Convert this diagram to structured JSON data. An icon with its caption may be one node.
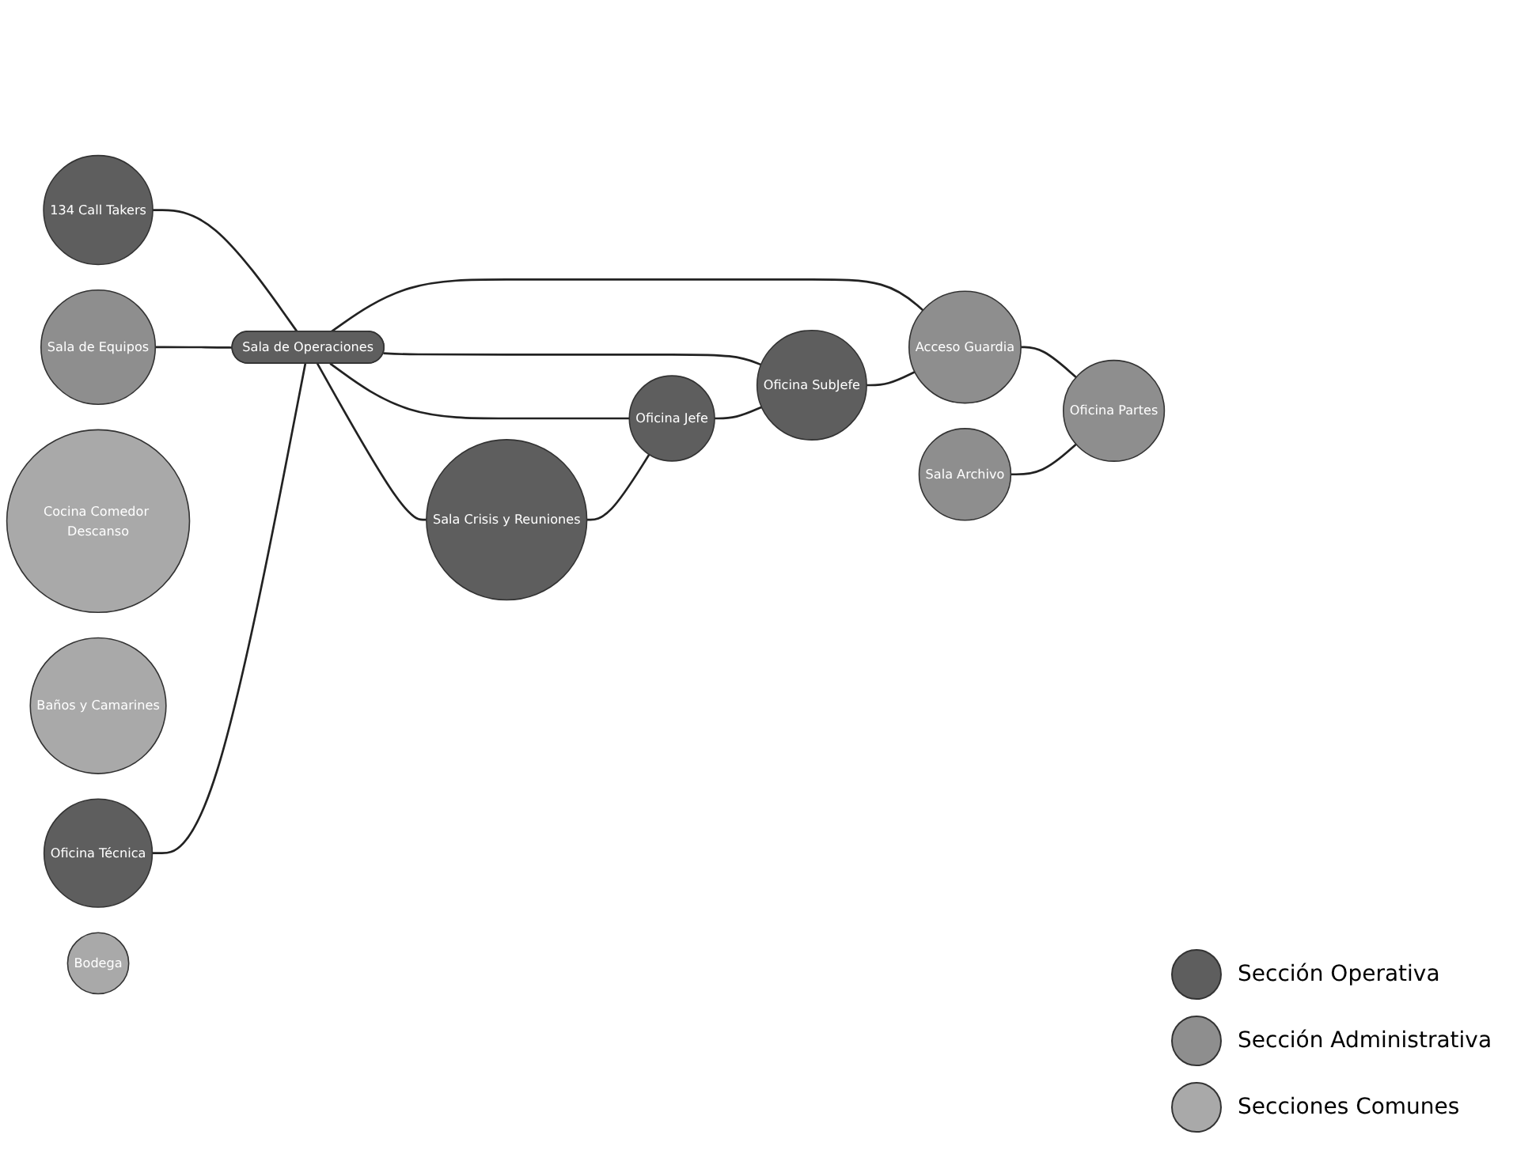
{
  "diagram": {
    "nodes": [
      {
        "text": [
          "134 Call Takers"
        ]
      },
      {
        "text": [
          "Sala de Equipos"
        ]
      },
      {
        "text": [
          "Cocina Comedor Descanso"
        ]
      },
      {
        "text": [
          "Baños y Camarines"
        ]
      },
      {
        "text": [
          "Oficina Técnica"
        ]
      },
      {
        "text": [
          "Sala de Operaciones"
        ]
      },
      {
        "text": [
          "Bodega"
        ]
      },
      {
        "text": [
          "Acceso Guardia"
        ]
      },
      {
        "text": [
          "Sala Crisis y Reuniones"
        ]
      },
      {
        "text": [
          "Oficina Jefe"
        ]
      },
      {
        "text": [
          "Oficina SubJefe"
        ]
      },
      {
        "text": [
          "Sala Archivo"
        ]
      },
      {
        "text": [
          "Oficina Partes"
        ]
      }
    ],
    "edges": [
      {
        "from": 0,
        "to": 5,
        "arrow": "none"
      },
      {
        "from": 1,
        "to": 5,
        "arrow": "none"
      },
      {
        "from": 4,
        "to": 5,
        "arrow": "none"
      },
      {
        "from": 5,
        "to": 7,
        "arrow": "none"
      },
      {
        "from": 5,
        "to": 8,
        "arrow": "none"
      },
      {
        "from": 5,
        "to": 9,
        "arrow": "none"
      },
      {
        "from": 5,
        "to": 10,
        "arrow": "none"
      },
      {
        "from": 8,
        "to": 9,
        "arrow": "none"
      },
      {
        "from": 9,
        "to": 10,
        "arrow": "none"
      },
      {
        "from": 10,
        "to": 7,
        "arrow": "none"
      },
      {
        "from": 7,
        "to": 12,
        "arrow": "none"
      },
      {
        "from": 11,
        "to": 12,
        "arrow": "none"
      }
    ],
    "legend": [
      {
        "text": "Sección Operativa",
        "color": "#5e5e5e"
      },
      {
        "text": "Sección Administrativa",
        "color": "#8e8e8e"
      },
      {
        "text": "Secciones Comunes",
        "color": "#a9a9a9"
      }
    ]
  }
}
